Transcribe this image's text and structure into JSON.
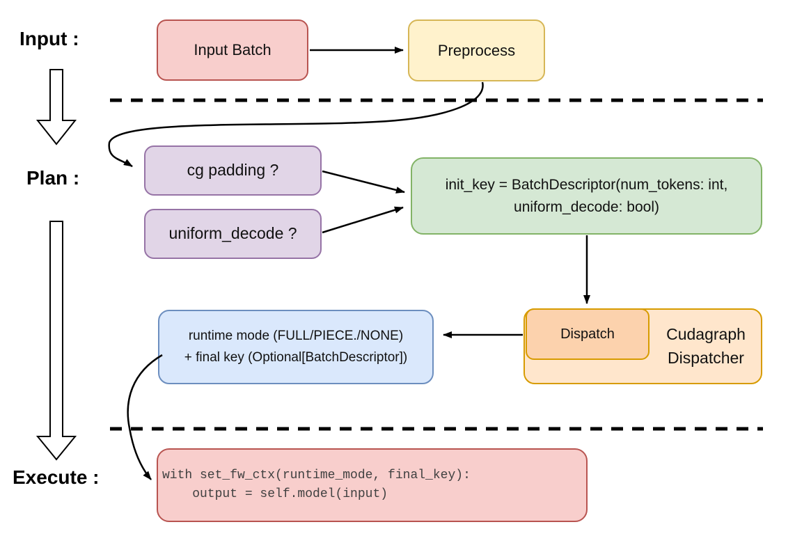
{
  "sections": {
    "input_label": "Input :",
    "plan_label": "Plan :",
    "execute_label": "Execute :"
  },
  "nodes": {
    "input_batch": "Input Batch",
    "preprocess": "Preprocess",
    "cg_padding": "cg padding ?",
    "uniform_decode": "uniform_decode ?",
    "init_key_line1": "init_key = BatchDescriptor(num_tokens: int,",
    "init_key_line2": "uniform_decode: bool)",
    "dispatch": "Dispatch",
    "dispatcher_line1": "Cudagraph",
    "dispatcher_line2": "Dispatcher",
    "runtime_line1": "runtime mode (FULL/PIECE./NONE)",
    "runtime_line2": "+ final key (Optional[BatchDescriptor])",
    "code_line1": "with set_fw_ctx(runtime_mode, final_key):",
    "code_line2": "    output = self.model(input)"
  },
  "colors": {
    "red_fill": "#f8cecc",
    "red_stroke": "#b85450",
    "yellow_fill": "#fff2cc",
    "yellow_stroke": "#d6b656",
    "purple_fill": "#e1d5e7",
    "purple_stroke": "#9673a6",
    "green_fill": "#d5e8d4",
    "green_stroke": "#82b366",
    "blue_fill": "#dae8fc",
    "blue_stroke": "#6c8ebf",
    "orange_fill": "#ffe6cc",
    "orange_stroke": "#d79b00",
    "dispatch_fill": "#fcd2ad",
    "arrow": "#000000",
    "background": "#ffffff"
  }
}
